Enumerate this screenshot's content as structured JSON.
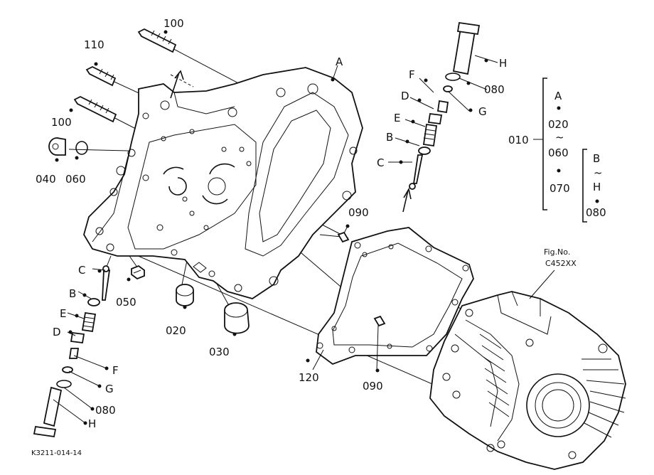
{
  "callouts": {
    "c100a": "100",
    "c110": "110",
    "c100b": "100",
    "c040": "040",
    "c060": "060",
    "cA": "A",
    "cH_top": "H",
    "c080_top": "080",
    "cG_top": "G",
    "cF_top": "F",
    "cD_top": "D",
    "cE_top": "E",
    "cB_top": "B",
    "cC_top": "C",
    "c090_top": "090",
    "cC_left": "C",
    "cB_left": "B",
    "cE_left": "E",
    "cD_left": "D",
    "cF_left": "F",
    "cG_left": "G",
    "c080_left": "080",
    "cH_left": "H",
    "c050": "050",
    "c020": "020",
    "c030": "030",
    "c120": "120",
    "c090_bottom": "090"
  },
  "legend": {
    "c010": "010",
    "A": "A",
    "r020": "020",
    "tilde1": "~",
    "r060": "060",
    "r070": "070",
    "B": "B",
    "tilde2": "~",
    "H": "H",
    "r080": "080"
  },
  "figure": {
    "fig_label": "Fig.No.",
    "fig_number": "C452XX",
    "drawing_code": "K3211-014-14"
  }
}
